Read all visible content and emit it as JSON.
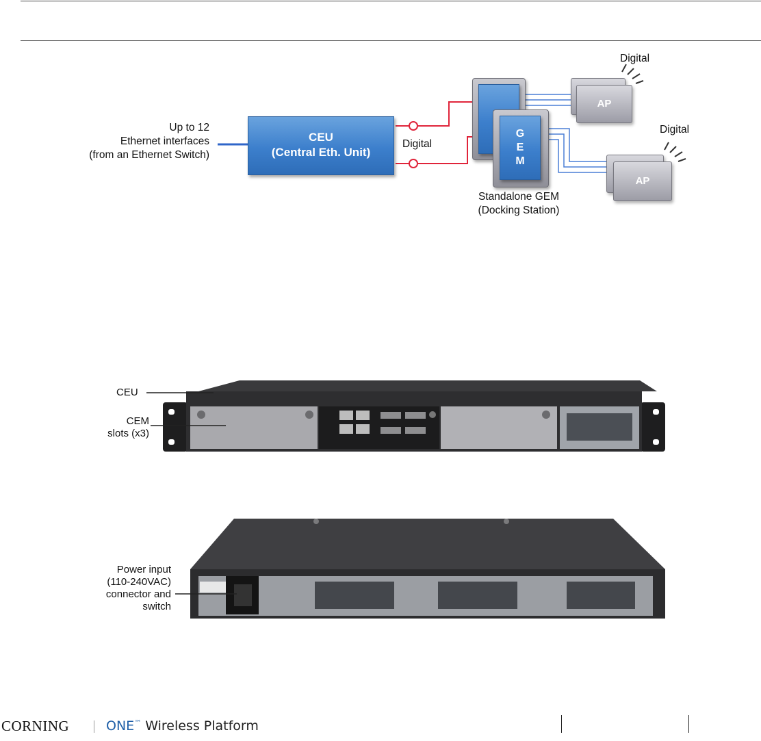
{
  "diagram": {
    "left_label_lines": [
      "Up to 12",
      "Ethernet interfaces",
      "(from an Ethernet Switch)"
    ],
    "ceu_box": {
      "line1": "CEU",
      "line2": "(Central Eth. Unit)"
    },
    "link_label": "Digital",
    "gem_letters": [
      "G",
      "E",
      "M"
    ],
    "gem_caption_lines": [
      "Standalone GEM",
      "(Docking Station)"
    ],
    "ap_labels": [
      "AP",
      "AP"
    ],
    "wireless_labels": [
      "Digital",
      "Digital"
    ],
    "colors": {
      "box_blue": "#3c7fcc",
      "fiber_red": "#e0243a",
      "ethernet_blue": "#2f66c9",
      "frame_gray": "#9a9aa3"
    }
  },
  "front_photo": {
    "callouts": {
      "ceu": "CEU",
      "cem_line1": "CEM",
      "cem_line2": "slots (x3)"
    }
  },
  "rear_photo": {
    "callout_lines": [
      "Power input",
      "(110-240VAC)",
      "connector and",
      "switch"
    ]
  },
  "footer": {
    "brand": "CORNING",
    "product_one": "ONE",
    "product_tm": "™",
    "product_rest": " Wireless Platform"
  }
}
